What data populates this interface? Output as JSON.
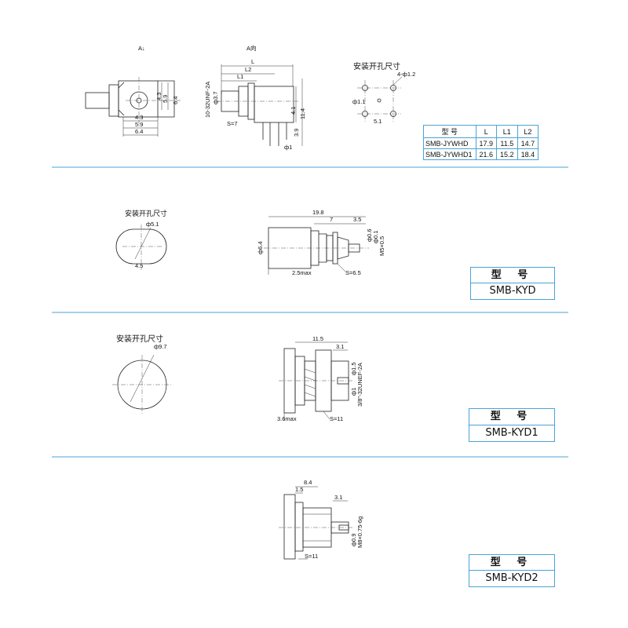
{
  "section1": {
    "view_label_a": "A↓",
    "view_label_ar": "A向",
    "hole_title": "安装开孔尺寸",
    "front_dims": [
      "4.3",
      "5.9",
      "6.4",
      "4.3",
      "5.9",
      "6.4"
    ],
    "side_dims": {
      "L": "L",
      "L2": "L2",
      "L1": "L1",
      "thread": "10-32UNF-2A",
      "d37": "ф3.7",
      "s7": "S=7",
      "d41": "4.1",
      "d114": "11.4",
      "d39": "3.9",
      "d1": "ф1"
    },
    "hole_dims": {
      "four_holes": "4-ф1.2",
      "d11": "ф1.1",
      "d51": "5.1"
    },
    "table": {
      "headers": [
        "型 号",
        "L",
        "L1",
        "L2"
      ],
      "rows": [
        [
          "SMB-JYWHD",
          "17.9",
          "11.5",
          "14.7"
        ],
        [
          "SMB-JYWHD1",
          "21.6",
          "15.2",
          "18.4"
        ]
      ]
    }
  },
  "section2": {
    "hole_title": "安装开孔尺寸",
    "hole_dims": {
      "d51": "ф5.1",
      "d45": "4.5"
    },
    "dims": {
      "d198": "19.8",
      "d7": "7",
      "d35": "3.5",
      "d64": "ф6.4",
      "d06": "ф0.6",
      "d01": "ф0.1",
      "m5": "M5×0.5",
      "d25": "2.5max",
      "s65": "S=6.5"
    },
    "model_header": "型 号",
    "model": "SMB-KYD"
  },
  "section3": {
    "hole_title": "安装开孔尺寸",
    "hole_dims": {
      "d97": "ф9.7"
    },
    "dims": {
      "d115": "11.5",
      "d31": "3.1",
      "d15": "ф1.5",
      "thread": "3/8\"-32UNEF-2A",
      "d1": "ф1",
      "d36": "3.6max",
      "s11": "S=11"
    },
    "model_header": "型 号",
    "model": "SMB-KYD1"
  },
  "section4": {
    "dims": {
      "d84": "8.4",
      "d15": "1.5",
      "d31": "3.1",
      "m8": "M8×0.75-6g",
      "d09": "ф0.9",
      "s11": "S=11"
    },
    "model_header": "型 号",
    "model": "SMB-KYD2"
  },
  "colors": {
    "separator": "#4aa3d6",
    "line": "#222222"
  }
}
